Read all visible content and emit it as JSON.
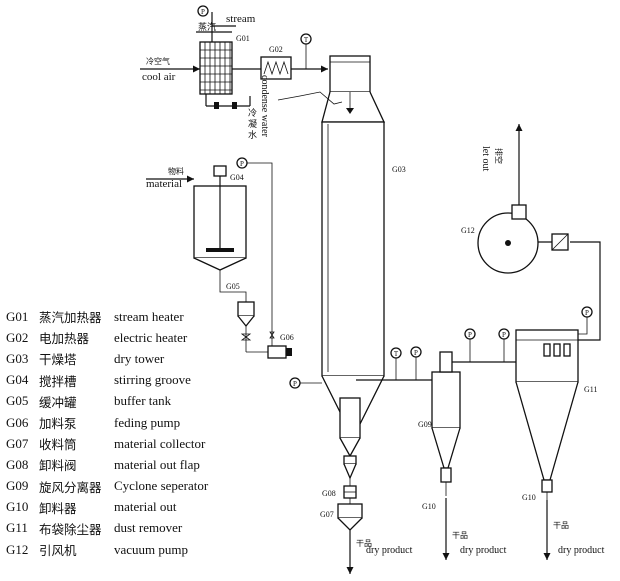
{
  "legend": [
    {
      "code": "G01",
      "cn": "蒸汽加热器",
      "en": "stream heater"
    },
    {
      "code": "G02",
      "cn": "电加热器",
      "en": "electric heater"
    },
    {
      "code": "G03",
      "cn": "干燥塔",
      "en": "dry tower"
    },
    {
      "code": "G04",
      "cn": "搅拌槽",
      "en": "stirring groove"
    },
    {
      "code": "G05",
      "cn": "缓冲罐",
      "en": "buffer tank"
    },
    {
      "code": "G06",
      "cn": "加料泵",
      "en": "feding pump"
    },
    {
      "code": "G07",
      "cn": "收料筒",
      "en": "material collector"
    },
    {
      "code": "G08",
      "cn": "卸料阀",
      "en": "material out flap"
    },
    {
      "code": "G09",
      "cn": "旋风分离器",
      "en": "Cyclone seperator"
    },
    {
      "code": "G10",
      "cn": "卸料器",
      "en": "material out"
    },
    {
      "code": "G11",
      "cn": "布袋除尘器",
      "en": "dust remover"
    },
    {
      "code": "G12",
      "cn": "引风机",
      "en": "vacuum pump"
    }
  ],
  "labels": {
    "steam_cn": "蒸汽",
    "steam_en": "stream",
    "cool_air_cn": "冷空气",
    "cool_air_en": "cool air",
    "condense_cn": "冷凝水",
    "condense_en": "condense water",
    "material_cn": "物料",
    "material_en": "material",
    "let_out_cn": "排空",
    "let_out_en": "let out",
    "dry_cn": "干品",
    "dry_en": "dry product",
    "pressure_symbol": "P",
    "temperature_symbol": "T"
  },
  "tags": {
    "g01": "G01",
    "g02": "G02",
    "g03": "G03",
    "g04": "G04",
    "g05": "G05",
    "g06": "G06",
    "g07": "G07",
    "g08": "G08",
    "g09": "G09",
    "g10": "G10",
    "g11": "G11",
    "g12": "G12"
  }
}
